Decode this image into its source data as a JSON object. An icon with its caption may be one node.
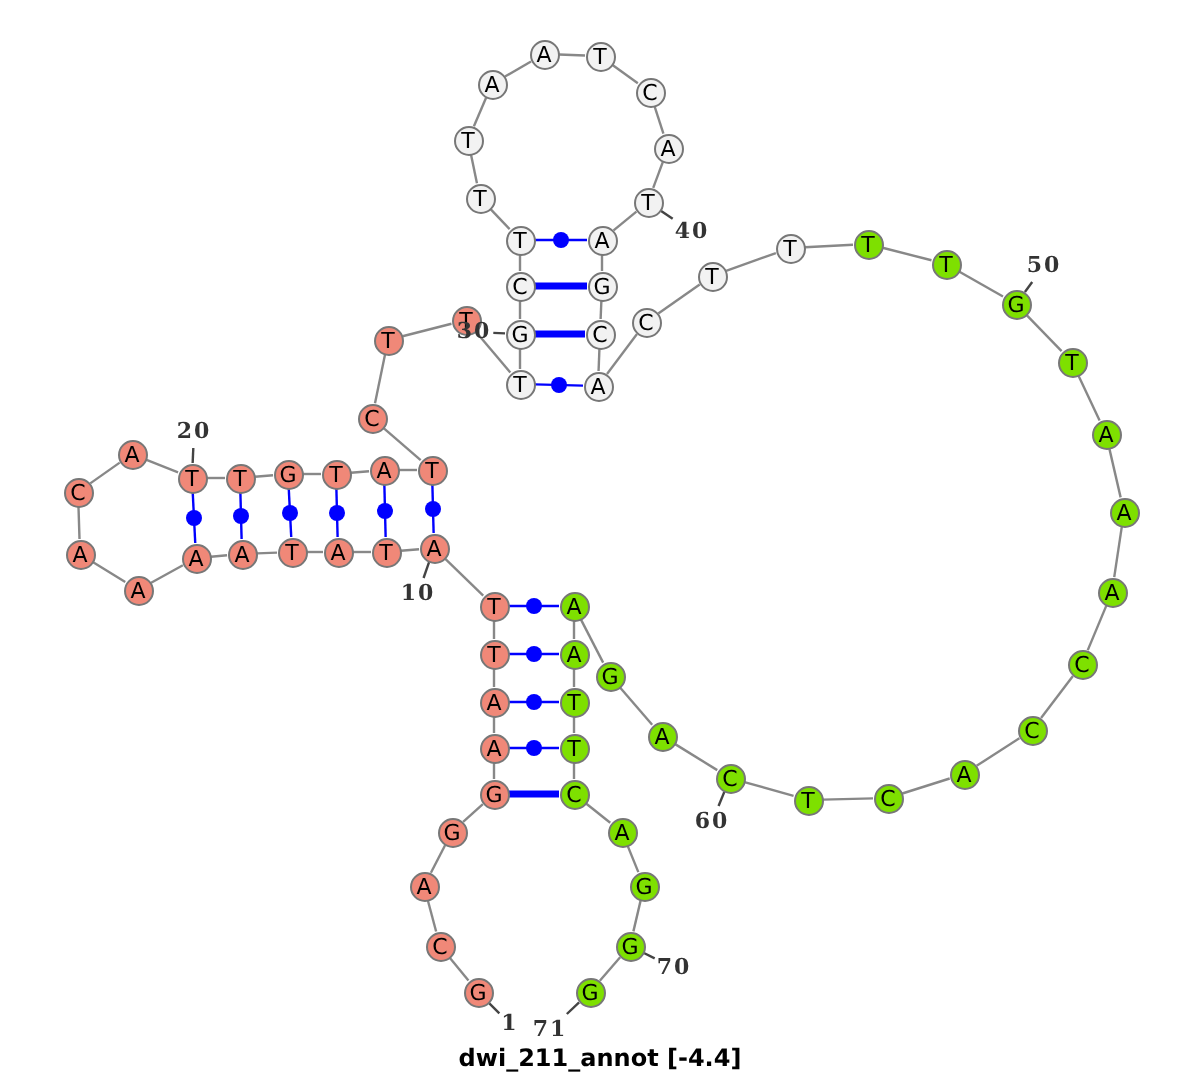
{
  "diagram": {
    "caption": "dwi_211_annot [-4.4]",
    "nodes": [
      {
        "text": [
          "G"
        ]
      },
      {
        "text": [
          "C"
        ]
      },
      {
        "text": [
          "A"
        ]
      },
      {
        "text": [
          "G"
        ]
      },
      {
        "text": [
          "G"
        ]
      },
      {
        "text": [
          "A"
        ]
      },
      {
        "text": [
          "A"
        ]
      },
      {
        "text": [
          "T"
        ]
      },
      {
        "text": [
          "T"
        ]
      },
      {
        "text": [
          "A"
        ]
      },
      {
        "text": [
          "T"
        ]
      },
      {
        "text": [
          "A"
        ]
      },
      {
        "text": [
          "T"
        ]
      },
      {
        "text": [
          "A"
        ]
      },
      {
        "text": [
          "A"
        ]
      },
      {
        "text": [
          "A"
        ]
      },
      {
        "text": [
          "A"
        ]
      },
      {
        "text": [
          "C"
        ]
      },
      {
        "text": [
          "A"
        ]
      },
      {
        "text": [
          "T"
        ]
      },
      {
        "text": [
          "T"
        ]
      },
      {
        "text": [
          "G"
        ]
      },
      {
        "text": [
          "T"
        ]
      },
      {
        "text": [
          "A"
        ]
      },
      {
        "text": [
          "T"
        ]
      },
      {
        "text": [
          "C"
        ]
      },
      {
        "text": [
          "T"
        ]
      },
      {
        "text": [
          "T"
        ]
      },
      {
        "text": [
          "T"
        ]
      },
      {
        "text": [
          "G"
        ]
      },
      {
        "text": [
          "C"
        ]
      },
      {
        "text": [
          "T"
        ]
      },
      {
        "text": [
          "T"
        ]
      },
      {
        "text": [
          "T"
        ]
      },
      {
        "text": [
          "A"
        ]
      },
      {
        "text": [
          "A"
        ]
      },
      {
        "text": [
          "T"
        ]
      },
      {
        "text": [
          "C"
        ]
      },
      {
        "text": [
          "A"
        ]
      },
      {
        "text": [
          "T"
        ]
      },
      {
        "text": [
          "A"
        ]
      },
      {
        "text": [
          "G"
        ]
      },
      {
        "text": [
          "C"
        ]
      },
      {
        "text": [
          "A"
        ]
      },
      {
        "text": [
          "C"
        ]
      },
      {
        "text": [
          "T"
        ]
      },
      {
        "text": [
          "T"
        ]
      },
      {
        "text": [
          "T"
        ]
      },
      {
        "text": [
          "T"
        ]
      },
      {
        "text": [
          "G"
        ]
      },
      {
        "text": [
          "T"
        ]
      },
      {
        "text": [
          "A"
        ]
      },
      {
        "text": [
          "A"
        ]
      },
      {
        "text": [
          "A"
        ]
      },
      {
        "text": [
          "C"
        ]
      },
      {
        "text": [
          "C"
        ]
      },
      {
        "text": [
          "A"
        ]
      },
      {
        "text": [
          "C"
        ]
      },
      {
        "text": [
          "T"
        ]
      },
      {
        "text": [
          "C"
        ]
      },
      {
        "text": [
          "A"
        ]
      },
      {
        "text": [
          "G"
        ]
      },
      {
        "text": [
          "A"
        ]
      },
      {
        "text": [
          "A"
        ]
      },
      {
        "text": [
          "T"
        ]
      },
      {
        "text": [
          "T"
        ]
      },
      {
        "text": [
          "C"
        ]
      },
      {
        "text": [
          "A"
        ]
      },
      {
        "text": [
          "G"
        ]
      },
      {
        "text": [
          "G"
        ]
      },
      {
        "text": [
          "G"
        ]
      },
      {
        "text": [
          "10"
        ]
      },
      {
        "text": [
          "20"
        ]
      },
      {
        "text": [
          "30"
        ]
      },
      {
        "text": [
          "40"
        ]
      },
      {
        "text": [
          "50"
        ]
      },
      {
        "text": [
          "60"
        ]
      },
      {
        "text": [
          "70"
        ]
      },
      {
        "text": [
          "1"
        ]
      },
      {
        "text": [
          "71"
        ]
      }
    ],
    "edges": [
      {
        "from": 0,
        "to": 1,
        "arrow": "none"
      },
      {
        "from": 1,
        "to": 2,
        "arrow": "none"
      },
      {
        "from": 2,
        "to": 3,
        "arrow": "none"
      },
      {
        "from": 3,
        "to": 4,
        "arrow": "none"
      },
      {
        "from": 4,
        "to": 5,
        "arrow": "none"
      },
      {
        "from": 5,
        "to": 6,
        "arrow": "none"
      },
      {
        "from": 6,
        "to": 7,
        "arrow": "none"
      },
      {
        "from": 7,
        "to": 8,
        "arrow": "none"
      },
      {
        "from": 8,
        "to": 9,
        "arrow": "none"
      },
      {
        "from": 9,
        "to": 10,
        "arrow": "none"
      },
      {
        "from": 10,
        "to": 11,
        "arrow": "none"
      },
      {
        "from": 11,
        "to": 12,
        "arrow": "none"
      },
      {
        "from": 12,
        "to": 13,
        "arrow": "none"
      },
      {
        "from": 13,
        "to": 14,
        "arrow": "none"
      },
      {
        "from": 14,
        "to": 15,
        "arrow": "none"
      },
      {
        "from": 15,
        "to": 16,
        "arrow": "none"
      },
      {
        "from": 16,
        "to": 17,
        "arrow": "none"
      },
      {
        "from": 17,
        "to": 18,
        "arrow": "none"
      },
      {
        "from": 18,
        "to": 19,
        "arrow": "none"
      },
      {
        "from": 19,
        "to": 20,
        "arrow": "none"
      },
      {
        "from": 20,
        "to": 21,
        "arrow": "none"
      },
      {
        "from": 21,
        "to": 22,
        "arrow": "none"
      },
      {
        "from": 22,
        "to": 23,
        "arrow": "none"
      },
      {
        "from": 23,
        "to": 24,
        "arrow": "none"
      },
      {
        "from": 24,
        "to": 25,
        "arrow": "none"
      },
      {
        "from": 25,
        "to": 26,
        "arrow": "none"
      },
      {
        "from": 26,
        "to": 27,
        "arrow": "none"
      },
      {
        "from": 27,
        "to": 28,
        "arrow": "none"
      },
      {
        "from": 28,
        "to": 29,
        "arrow": "none"
      },
      {
        "from": 29,
        "to": 30,
        "arrow": "none"
      },
      {
        "from": 30,
        "to": 31,
        "arrow": "none"
      },
      {
        "from": 31,
        "to": 32,
        "arrow": "none"
      },
      {
        "from": 32,
        "to": 33,
        "arrow": "none"
      },
      {
        "from": 33,
        "to": 34,
        "arrow": "none"
      },
      {
        "from": 34,
        "to": 35,
        "arrow": "none"
      },
      {
        "from": 35,
        "to": 36,
        "arrow": "none"
      },
      {
        "from": 36,
        "to": 37,
        "arrow": "none"
      },
      {
        "from": 37,
        "to": 38,
        "arrow": "none"
      },
      {
        "from": 38,
        "to": 39,
        "arrow": "none"
      },
      {
        "from": 39,
        "to": 40,
        "arrow": "none"
      },
      {
        "from": 40,
        "to": 41,
        "arrow": "none"
      },
      {
        "from": 41,
        "to": 42,
        "arrow": "none"
      },
      {
        "from": 42,
        "to": 43,
        "arrow": "none"
      },
      {
        "from": 43,
        "to": 44,
        "arrow": "none"
      },
      {
        "from": 44,
        "to": 45,
        "arrow": "none"
      },
      {
        "from": 45,
        "to": 46,
        "arrow": "none"
      },
      {
        "from": 46,
        "to": 47,
        "arrow": "none"
      },
      {
        "from": 47,
        "to": 48,
        "arrow": "none"
      },
      {
        "from": 48,
        "to": 49,
        "arrow": "none"
      },
      {
        "from": 49,
        "to": 50,
        "arrow": "none"
      },
      {
        "from": 50,
        "to": 51,
        "arrow": "none"
      },
      {
        "from": 51,
        "to": 52,
        "arrow": "none"
      },
      {
        "from": 52,
        "to": 53,
        "arrow": "none"
      },
      {
        "from": 53,
        "to": 54,
        "arrow": "none"
      },
      {
        "from": 54,
        "to": 55,
        "arrow": "none"
      },
      {
        "from": 55,
        "to": 56,
        "arrow": "none"
      },
      {
        "from": 56,
        "to": 57,
        "arrow": "none"
      },
      {
        "from": 57,
        "to": 58,
        "arrow": "none"
      },
      {
        "from": 58,
        "to": 59,
        "arrow": "none"
      },
      {
        "from": 59,
        "to": 60,
        "arrow": "none"
      },
      {
        "from": 60,
        "to": 61,
        "arrow": "none"
      },
      {
        "from": 61,
        "to": 62,
        "arrow": "none"
      },
      {
        "from": 62,
        "to": 63,
        "arrow": "none"
      },
      {
        "from": 63,
        "to": 64,
        "arrow": "none"
      },
      {
        "from": 64,
        "to": 65,
        "arrow": "none"
      },
      {
        "from": 65,
        "to": 66,
        "arrow": "none"
      },
      {
        "from": 66,
        "to": 67,
        "arrow": "none"
      },
      {
        "from": 67,
        "to": 68,
        "arrow": "none"
      },
      {
        "from": 68,
        "to": 69,
        "arrow": "none"
      },
      {
        "from": 69,
        "to": 70,
        "arrow": "none"
      },
      {
        "from": 4,
        "to": 66,
        "arrow": "none",
        "style": "thick",
        "color": "#0000ff"
      },
      {
        "from": 5,
        "to": 65,
        "arrow": "none",
        "color": "#0000ff"
      },
      {
        "from": 6,
        "to": 64,
        "arrow": "none",
        "color": "#0000ff"
      },
      {
        "from": 7,
        "to": 63,
        "arrow": "none",
        "color": "#0000ff"
      },
      {
        "from": 8,
        "to": 62,
        "arrow": "none",
        "color": "#0000ff"
      },
      {
        "from": 9,
        "to": 24,
        "arrow": "none",
        "color": "#0000ff"
      },
      {
        "from": 10,
        "to": 23,
        "arrow": "none",
        "color": "#0000ff"
      },
      {
        "from": 11,
        "to": 22,
        "arrow": "none",
        "color": "#0000ff"
      },
      {
        "from": 12,
        "to": 21,
        "arrow": "none",
        "color": "#0000ff"
      },
      {
        "from": 13,
        "to": 20,
        "arrow": "none",
        "color": "#0000ff"
      },
      {
        "from": 14,
        "to": 19,
        "arrow": "none",
        "color": "#0000ff"
      },
      {
        "from": 28,
        "to": 43,
        "arrow": "none",
        "color": "#0000ff"
      },
      {
        "from": 29,
        "to": 42,
        "arrow": "none",
        "style": "thick",
        "color": "#0000ff"
      },
      {
        "from": 30,
        "to": 41,
        "arrow": "none",
        "style": "thick",
        "color": "#0000ff"
      },
      {
        "from": 31,
        "to": 40,
        "arrow": "none",
        "color": "#0000ff"
      },
      {
        "from": 71,
        "to": 9,
        "arrow": "none"
      },
      {
        "from": 72,
        "to": 19,
        "arrow": "none"
      },
      {
        "from": 73,
        "to": 29,
        "arrow": "none"
      },
      {
        "from": 74,
        "to": 39,
        "arrow": "none"
      },
      {
        "from": 75,
        "to": 49,
        "arrow": "none"
      },
      {
        "from": 76,
        "to": 59,
        "arrow": "none"
      },
      {
        "from": 77,
        "to": 69,
        "arrow": "none"
      },
      {
        "from": 78,
        "to": 0,
        "arrow": "none"
      },
      {
        "from": 79,
        "to": 70,
        "arrow": "none"
      }
    ]
  }
}
